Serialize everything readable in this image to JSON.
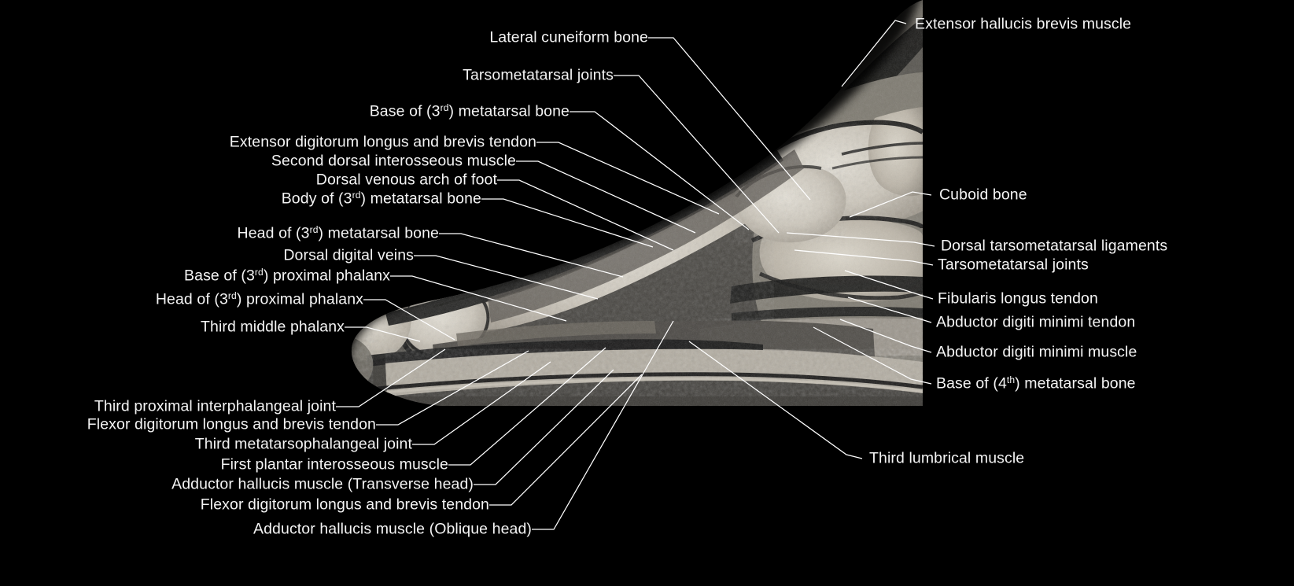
{
  "figure": {
    "kind": "annotated-mri",
    "background_color": "#000000",
    "label_color": "#f4f4f4",
    "leader_color": "#ffffff",
    "modality": "MRI",
    "view": "sagittal section of the foot through the third ray"
  },
  "labels_left": [
    {
      "id": "lateral-cuneiform-bone",
      "text": "Lateral cuneiform bone",
      "sup": ""
    },
    {
      "id": "tarsometatarsal-joints-left",
      "text": "Tarsometatarsal joints",
      "sup": ""
    },
    {
      "id": "base-of-3rd-metatarsal-bone",
      "text_pre": "Base of (3",
      "sup": "rd",
      "text_post": ") metatarsal bone"
    },
    {
      "id": "extensor-digitorum-longus-brevis-tendon",
      "text": "Extensor digitorum  longus and brevis tendon",
      "sup": ""
    },
    {
      "id": "second-dorsal-interosseous-muscle",
      "text": "Second dorsal interosseous muscle",
      "sup": ""
    },
    {
      "id": "dorsal-venous-arch-of-foot",
      "text": "Dorsal venous arch of foot",
      "sup": ""
    },
    {
      "id": "body-of-3rd-metatarsal-bone",
      "text_pre": "Body of (3",
      "sup": "rd",
      "text_post": ") metatarsal bone"
    },
    {
      "id": "head-of-3rd-metatarsal-bone",
      "text_pre": "Head of (3",
      "sup": "rd",
      "text_post": ") metatarsal bone"
    },
    {
      "id": "dorsal-digital-veins",
      "text": "Dorsal digital veins",
      "sup": ""
    },
    {
      "id": "base-of-3rd-proximal-phalanx",
      "text_pre": "Base of (3",
      "sup": "rd",
      "text_post": ") proximal phalanx"
    },
    {
      "id": "head-of-3rd-proximal-phalanx",
      "text_pre": "Head of (3",
      "sup": "rd",
      "text_post": ") proximal phalanx"
    },
    {
      "id": "third-middle-phalanx",
      "text": "Third middle phalanx",
      "sup": ""
    },
    {
      "id": "third-proximal-interphalangeal-joint",
      "text": "Third proximal interphalangeal joint",
      "sup": ""
    },
    {
      "id": "flexor-digitorum-longus-brevis-tendon-1",
      "text": "Flexor digitorum longus and brevis tendon",
      "sup": ""
    },
    {
      "id": "third-metatarsophalangeal-joint",
      "text": "Third metatarsophalangeal joint",
      "sup": ""
    },
    {
      "id": "first-plantar-interosseous-muscle",
      "text": "First plantar interosseous muscle",
      "sup": ""
    },
    {
      "id": "adductor-hallucis-transverse-head",
      "text": "Adductor hallucis muscle (Transverse head)",
      "sup": ""
    },
    {
      "id": "flexor-digitorum-longus-brevis-tendon-2",
      "text": "Flexor digitorum longus and brevis tendon",
      "sup": ""
    },
    {
      "id": "adductor-hallucis-oblique-head",
      "text": "Adductor hallucis muscle (Oblique head)",
      "sup": ""
    }
  ],
  "labels_right": [
    {
      "id": "extensor-hallucis-brevis-muscle",
      "text": "Extensor hallucis brevis muscle",
      "sup": ""
    },
    {
      "id": "cuboid-bone",
      "text": "Cuboid bone",
      "sup": ""
    },
    {
      "id": "dorsal-tarsometatarsal-ligaments",
      "text": "Dorsal tarsometatarsal ligaments",
      "sup": ""
    },
    {
      "id": "tarsometatarsal-joints-right",
      "text": "Tarsometatarsal joints",
      "sup": ""
    },
    {
      "id": "fibularis-longus-tendon",
      "text": "Fibularis longus tendon",
      "sup": ""
    },
    {
      "id": "abductor-digiti-minimi-tendon",
      "text": "Abductor digiti minimi tendon",
      "sup": ""
    },
    {
      "id": "abductor-digiti-minimi-muscle",
      "text": "Abductor digiti minimi muscle",
      "sup": ""
    },
    {
      "id": "base-of-4th-metatarsal-bone",
      "text_pre": "Base of (4",
      "sup": "th",
      "text_post": ") metatarsal bone"
    },
    {
      "id": "third-lumbrical-muscle",
      "text": "Third lumbrical muscle",
      "sup": ""
    }
  ]
}
